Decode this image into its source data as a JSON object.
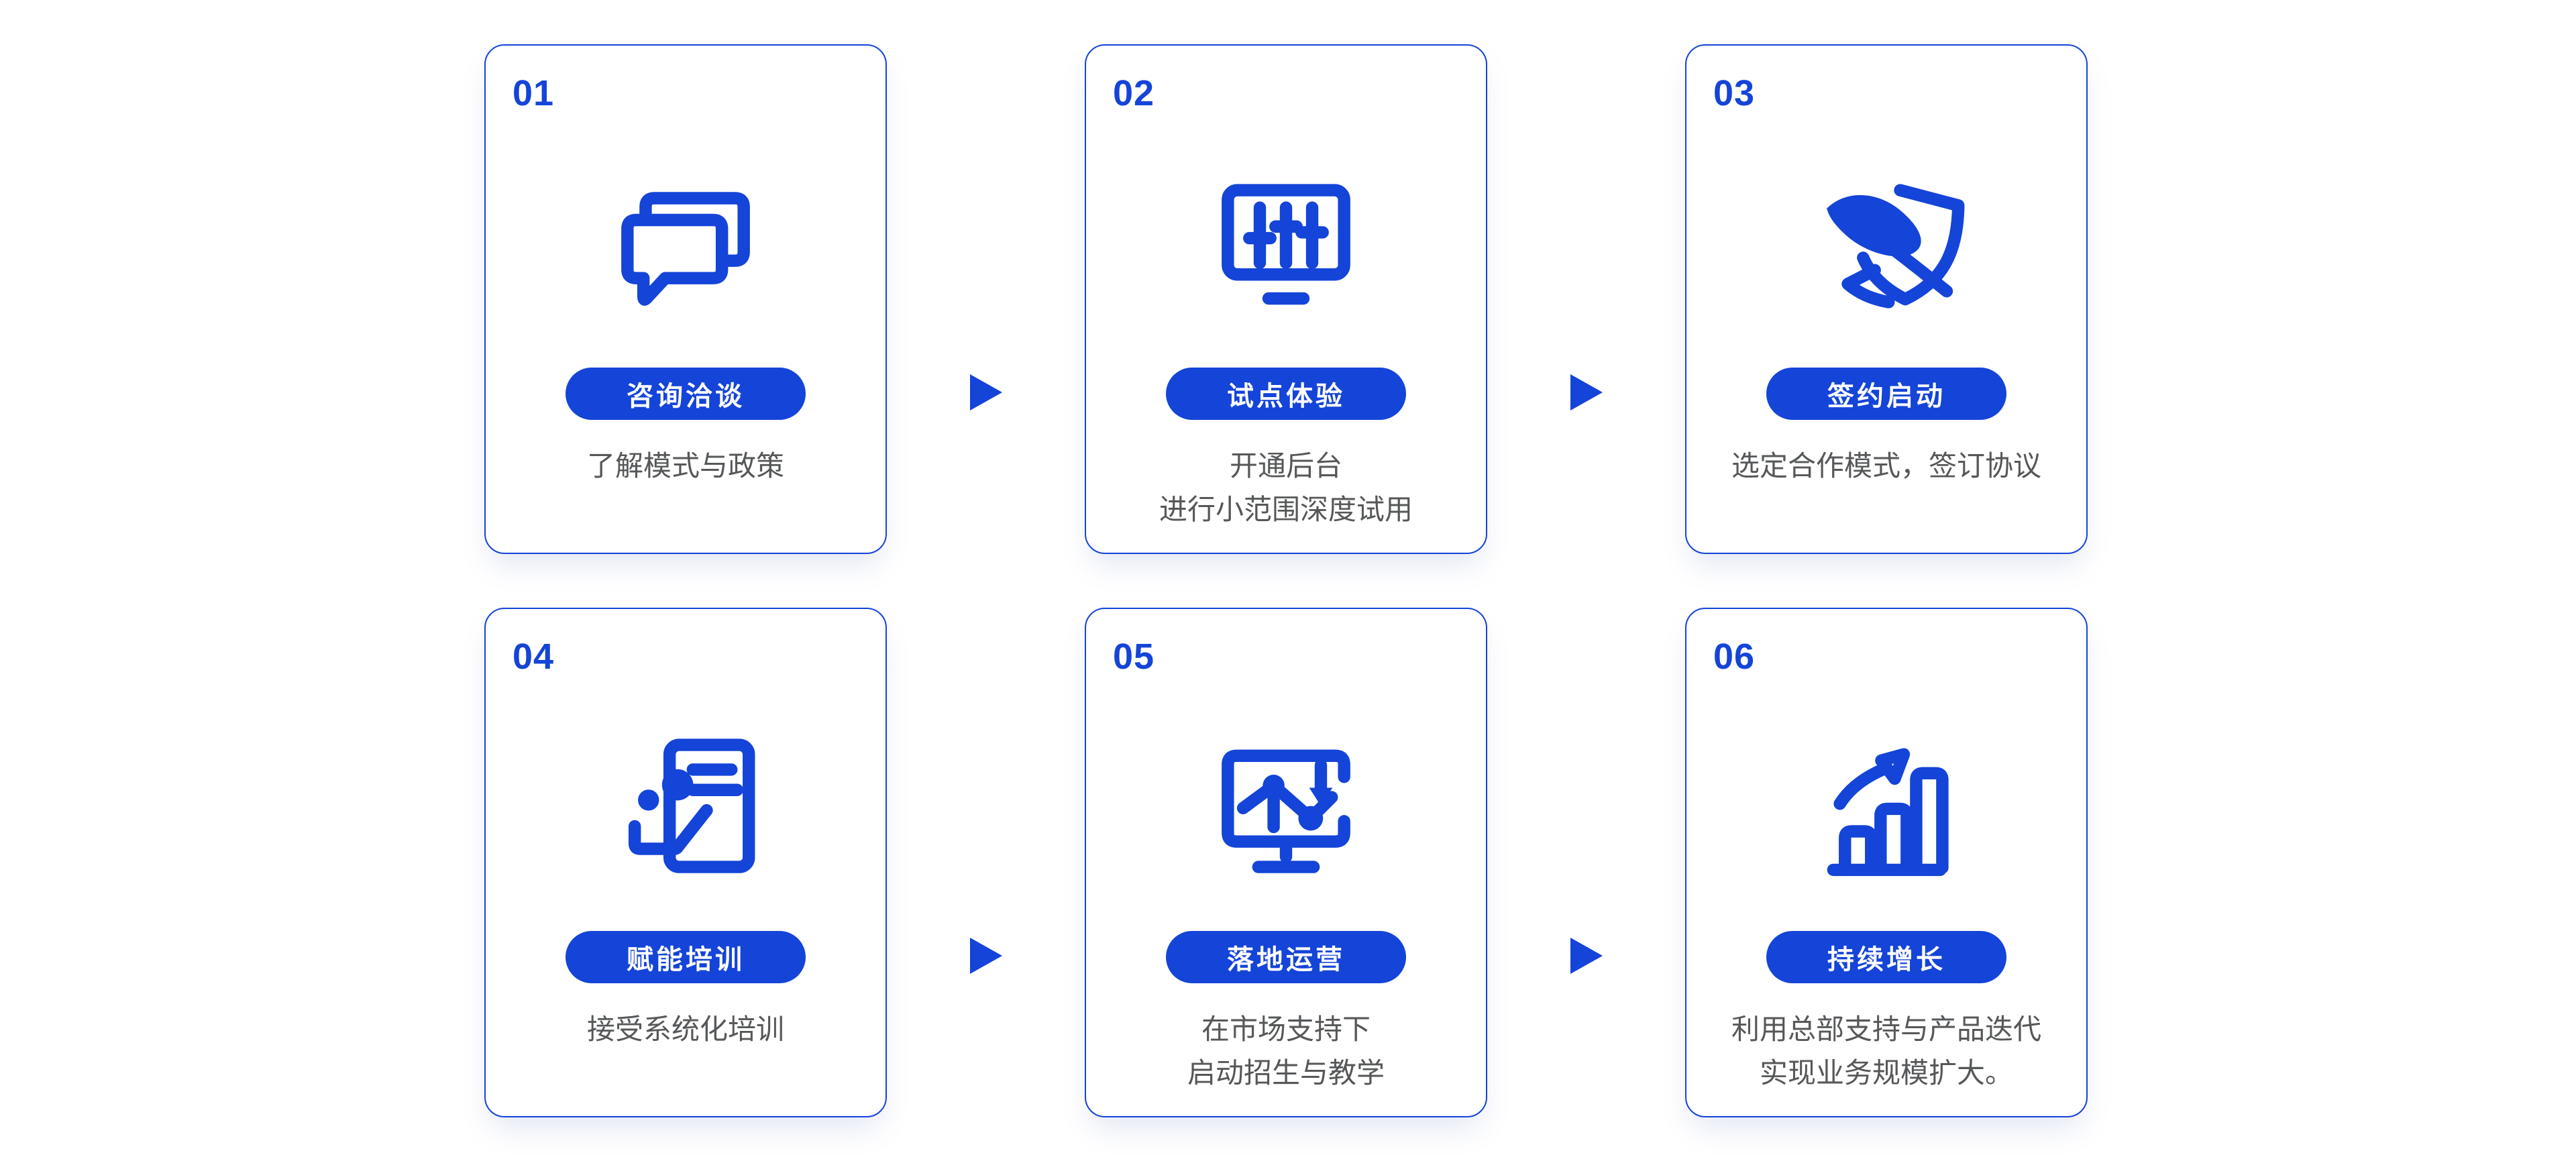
{
  "colors": {
    "accent": "#1444d8",
    "description_text": "#555759",
    "card_background": "#ffffff",
    "page_background": "#ffffff",
    "button_text": "#ffffff"
  },
  "connector": {
    "icon": "arrow-right-icon"
  },
  "cards": [
    {
      "number": "01",
      "icon": "chat-bubbles-icon",
      "title": "咨询洽谈",
      "desc_line1": "了解模式与政策",
      "desc_line2": ""
    },
    {
      "number": "02",
      "icon": "control-sliders-monitor-icon",
      "title": "试点体验",
      "desc_line1": "开通后台",
      "desc_line2": "进行小范围深度试用"
    },
    {
      "number": "03",
      "icon": "quill-shield-icon",
      "title": "签约启动",
      "desc_line1": "选定合作模式，签订协议",
      "desc_line2": ""
    },
    {
      "number": "04",
      "icon": "training-board-icon",
      "title": "赋能培训",
      "desc_line1": "接受系统化培训",
      "desc_line2": ""
    },
    {
      "number": "05",
      "icon": "monitor-trend-chart-icon",
      "title": "落地运营",
      "desc_line1": "在市场支持下",
      "desc_line2": "启动招生与教学"
    },
    {
      "number": "06",
      "icon": "growth-bars-arrow-icon",
      "title": "持续增长",
      "desc_line1": "利用总部支持与产品迭代",
      "desc_line2": "实现业务规模扩大。"
    }
  ]
}
